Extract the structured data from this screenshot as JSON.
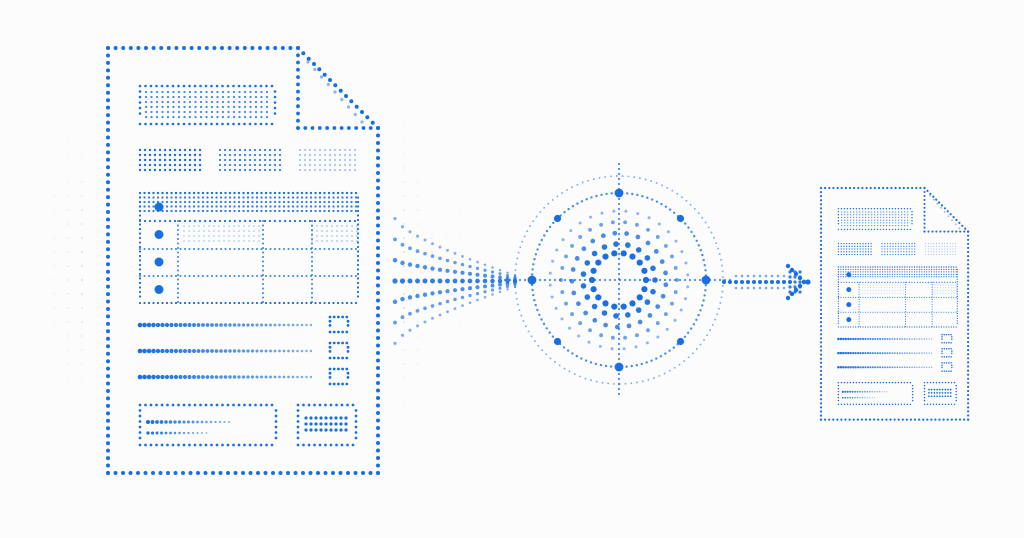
{
  "colors": {
    "background": "#fcfcfd",
    "dot": "#1a6fe0",
    "dot_light": "#6fa6ee"
  },
  "diagram": {
    "source_document": {
      "icon": "dotted-document-icon",
      "bullet_rows": 4,
      "text_lines": 3,
      "checkboxes": 3
    },
    "flow_arrow_in": {
      "icon": "dotted-flow-arrow-icon"
    },
    "processor": {
      "icon": "dotted-target-circle-icon",
      "rings": 3
    },
    "flow_arrow_out": {
      "icon": "dotted-arrow-right-icon"
    },
    "output_document": {
      "icon": "dotted-document-icon",
      "bullet_rows": 4,
      "text_lines": 3,
      "checkboxes": 3
    }
  }
}
